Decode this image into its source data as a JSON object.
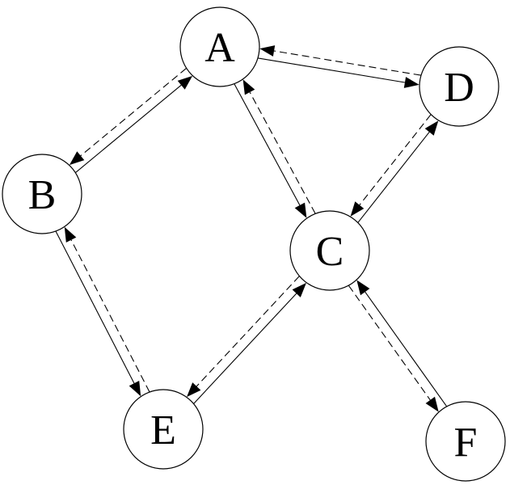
{
  "nodes": [
    {
      "id": "A",
      "label": "A"
    },
    {
      "id": "B",
      "label": "B"
    },
    {
      "id": "C",
      "label": "C"
    },
    {
      "id": "D",
      "label": "D"
    },
    {
      "id": "E",
      "label": "E"
    },
    {
      "id": "F",
      "label": "F"
    }
  ],
  "edges": [
    {
      "from": "A",
      "to": "D",
      "style": "solid"
    },
    {
      "from": "D",
      "to": "A",
      "style": "dashed"
    },
    {
      "from": "A",
      "to": "B",
      "style": "dashed"
    },
    {
      "from": "B",
      "to": "A",
      "style": "solid"
    },
    {
      "from": "A",
      "to": "C",
      "style": "solid"
    },
    {
      "from": "C",
      "to": "A",
      "style": "dashed"
    },
    {
      "from": "D",
      "to": "C",
      "style": "dashed"
    },
    {
      "from": "C",
      "to": "D",
      "style": "solid"
    },
    {
      "from": "B",
      "to": "E",
      "style": "solid"
    },
    {
      "from": "E",
      "to": "B",
      "style": "dashed"
    },
    {
      "from": "C",
      "to": "E",
      "style": "dashed"
    },
    {
      "from": "E",
      "to": "C",
      "style": "solid"
    },
    {
      "from": "C",
      "to": "F",
      "style": "dashed"
    },
    {
      "from": "F",
      "to": "C",
      "style": "solid"
    }
  ],
  "colors": {
    "stroke": "#000000",
    "fill": "#ffffff"
  }
}
